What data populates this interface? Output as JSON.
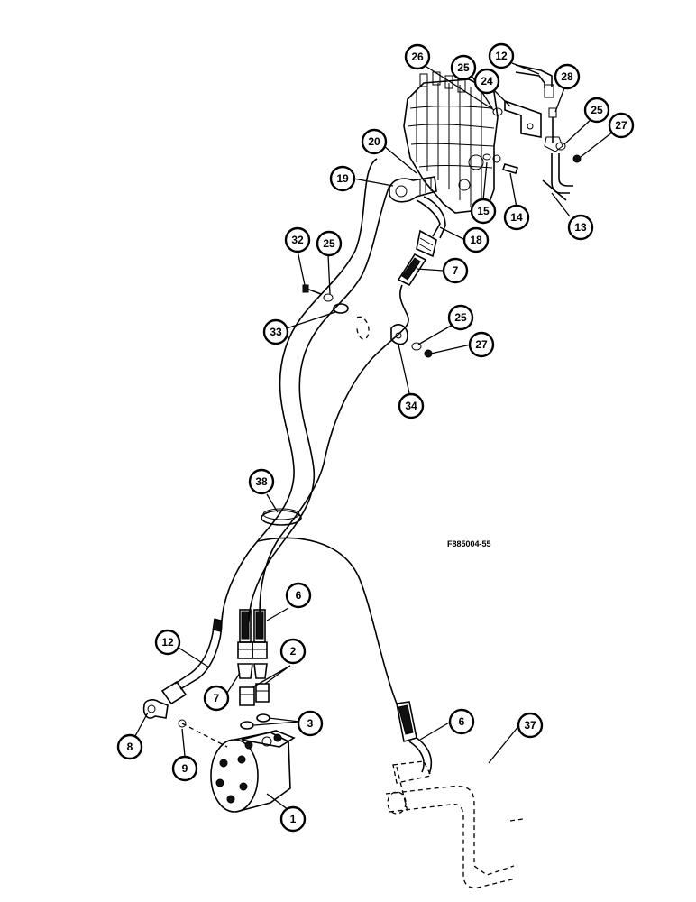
{
  "figure": {
    "reference_code": "F885004-55",
    "callouts": [
      {
        "id": "c26",
        "label": "26"
      },
      {
        "id": "c25a",
        "label": "25"
      },
      {
        "id": "c24",
        "label": "24"
      },
      {
        "id": "c12a",
        "label": "12"
      },
      {
        "id": "c28",
        "label": "28"
      },
      {
        "id": "c25b",
        "label": "25"
      },
      {
        "id": "c27a",
        "label": "27"
      },
      {
        "id": "c20",
        "label": "20"
      },
      {
        "id": "c19",
        "label": "19"
      },
      {
        "id": "c15",
        "label": "15"
      },
      {
        "id": "c14",
        "label": "14"
      },
      {
        "id": "c13",
        "label": "13"
      },
      {
        "id": "c18",
        "label": "18"
      },
      {
        "id": "c32",
        "label": "32"
      },
      {
        "id": "c25c",
        "label": "25"
      },
      {
        "id": "c7a",
        "label": "7"
      },
      {
        "id": "c33",
        "label": "33"
      },
      {
        "id": "c25d",
        "label": "25"
      },
      {
        "id": "c27b",
        "label": "27"
      },
      {
        "id": "c34",
        "label": "34"
      },
      {
        "id": "c38",
        "label": "38"
      },
      {
        "id": "c6a",
        "label": "6"
      },
      {
        "id": "c12b",
        "label": "12"
      },
      {
        "id": "c2",
        "label": "2"
      },
      {
        "id": "c7b",
        "label": "7"
      },
      {
        "id": "c3",
        "label": "3"
      },
      {
        "id": "c6b",
        "label": "6"
      },
      {
        "id": "c37",
        "label": "37"
      },
      {
        "id": "c8",
        "label": "8"
      },
      {
        "id": "c9",
        "label": "9"
      },
      {
        "id": "c1",
        "label": "1"
      }
    ]
  }
}
